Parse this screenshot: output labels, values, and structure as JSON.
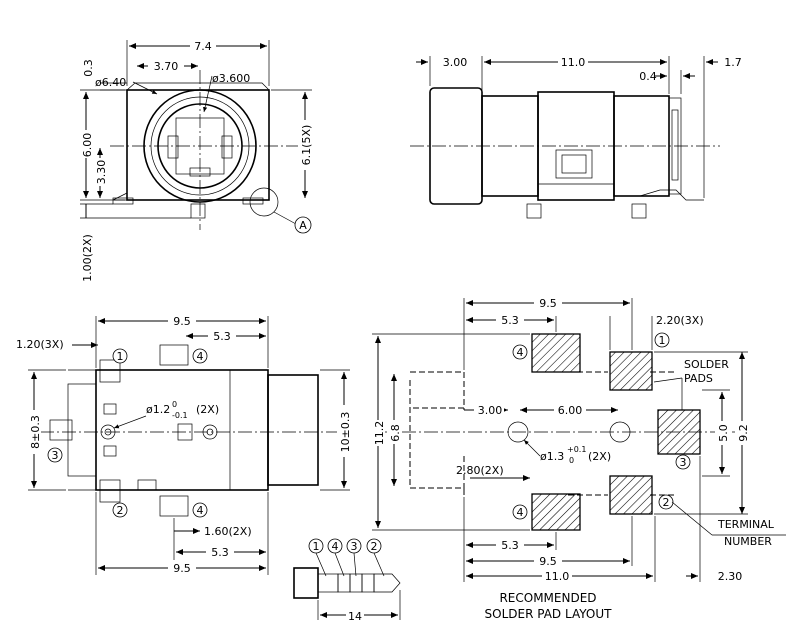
{
  "front_view": {
    "width_total": "7.4",
    "offset": "0.3",
    "dia_outer": "ø6.40",
    "half_width": "3.70",
    "dia_inner": "ø3.600",
    "height": "6.00",
    "center_height": "3.30",
    "pin_pitch": "6.1(5X)",
    "pin_len": "1.00(2X)",
    "detail_callout": "A"
  },
  "side_view": {
    "nose_len": "3.00",
    "body_len": "11.0",
    "gap": "0.4",
    "tail": "1.7"
  },
  "bottom_view": {
    "width": "9.5",
    "half": "5.3",
    "pin_width": "1.20(3X)",
    "hole_note": "ø1.2",
    "hole_tol_upper": "0",
    "hole_tol_lower": "-0.1",
    "hole_count": "(2X)",
    "height_left": "8±0.3",
    "height_right": "10±0.3",
    "pad_note": "1.60(2X)",
    "bottom_half": "5.3",
    "bottom_width": "9.5",
    "terminals": [
      "1",
      "2",
      "3",
      "4",
      "4"
    ]
  },
  "pad_layout": {
    "width": "9.5",
    "half": "5.3",
    "pad_width": "2.20(3X)",
    "solder_pads_label": "SOLDER\nPADS",
    "solder_label_line1": "SOLDER",
    "solder_label_line2": "PADS",
    "hole_spacing_left": "3.00",
    "hole_spacing": "6.00",
    "hole_dia": "ø1.3",
    "hole_tol_upper": "+0.1",
    "hole_tol_lower": "0",
    "hole_count": "(2X)",
    "pad_spacing": "2.80(2X)",
    "height_outer": "11.2",
    "height_inner": "6.8",
    "right_h1": "5.0",
    "right_h2": "9.2",
    "bottom_half": "5.3",
    "bottom_width": "9.5",
    "bottom_total": "11.0",
    "offset": "2.30",
    "terminal_label_line1": "TERMINAL",
    "terminal_label_line2": "NUMBER",
    "caption_line1": "RECOMMENDED",
    "caption_line2": "SOLDER PAD LAYOUT",
    "terminals": [
      "1",
      "2",
      "3",
      "4",
      "4"
    ]
  },
  "plug": {
    "rings": [
      "1",
      "4",
      "3",
      "2"
    ],
    "length": "14"
  }
}
